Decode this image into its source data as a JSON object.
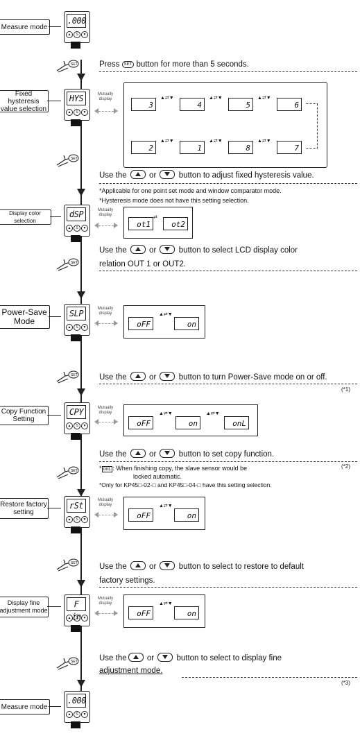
{
  "steps": {
    "measure1": {
      "label": "Measure mode",
      "display": ".000"
    },
    "hys": {
      "label": "Fixed hysteresis value selection",
      "display": "HYS"
    },
    "dsp": {
      "label": "Display color selection",
      "display": "dSP"
    },
    "slp": {
      "label": "Power-Save Mode",
      "display": "SLP"
    },
    "cpy": {
      "label": "Copy Function Setting",
      "display": "CPY"
    },
    "rst": {
      "label": "Restore factory setting",
      "display": "rSt"
    },
    "fin": {
      "label": "Display fine adjustment mode",
      "display": "F in"
    },
    "measure2": {
      "label": "Measure mode",
      "display": ".000"
    }
  },
  "mutual": "Mutually display",
  "hys_values": {
    "row1": [
      "3",
      "4",
      "5",
      "6"
    ],
    "row2": [
      "2",
      "1",
      "8",
      "7"
    ]
  },
  "dsp_values": [
    "ot1",
    "ot2"
  ],
  "slp_values": [
    "oFF",
    "on"
  ],
  "cpy_values": [
    "oFF",
    "on",
    "onL"
  ],
  "rst_values": [
    "oFF",
    "on"
  ],
  "fin_values": [
    "oFF",
    "on"
  ],
  "instructions": {
    "press_set_a": "Press",
    "press_set_b": "button for more than 5 seconds.",
    "set_badge": "SET",
    "hys_a": "Use the",
    "hys_or": "or",
    "hys_b": "button to adjust fixed hysteresis value.",
    "hys_note1": "*Applicable for one point set mode and window comparator mode.",
    "hys_note2": "*Hysteresis mode does not have this setting selection.",
    "dsp_a": "Use the",
    "dsp_or": "or",
    "dsp_b": "button to select LCD display color",
    "dsp_c": "relation OUT 1 or OUT2.",
    "slp_a": "Use the",
    "slp_or": "or",
    "slp_b": "button to turn Power-Save mode on or off.",
    "slp_ref": "(*1)",
    "cpy_a": "Use the",
    "cpy_or": "or",
    "cpy_b": "button to set copy function.",
    "cpy_ref": "(*2)",
    "cpy_note1a": "*",
    "cpy_note1b": "onL",
    "cpy_note1c": ": When finishing copy, the slave sensor would be",
    "cpy_note2": "locked automatic.",
    "cpy_note3": "*Only for KP45□-02-□ and KP45□-04-□ have this setting selection.",
    "rst_a": "Use the",
    "rst_or": "or",
    "rst_b": "button to select to restore to default",
    "rst_c": "factory settings.",
    "fin_a": "Use the",
    "fin_or": "or",
    "fin_b": "button to select to display fine",
    "fin_c": "adjustment mode.",
    "fin_ref": "(*3)"
  },
  "device_buttons": [
    "▲",
    "SET",
    "▼"
  ],
  "hand_label": "SET"
}
